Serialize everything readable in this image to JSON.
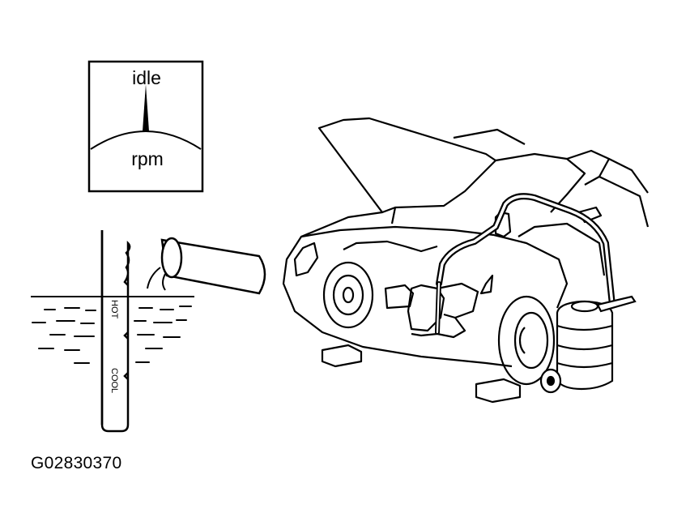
{
  "gauge": {
    "top_label": "idle",
    "bottom_label": "rpm"
  },
  "thermometer": {
    "hot_label": "HOT",
    "cool_label": "COOL"
  },
  "figure_id": "G02830370",
  "colors": {
    "ink": "#000000",
    "paper": "#ffffff"
  }
}
